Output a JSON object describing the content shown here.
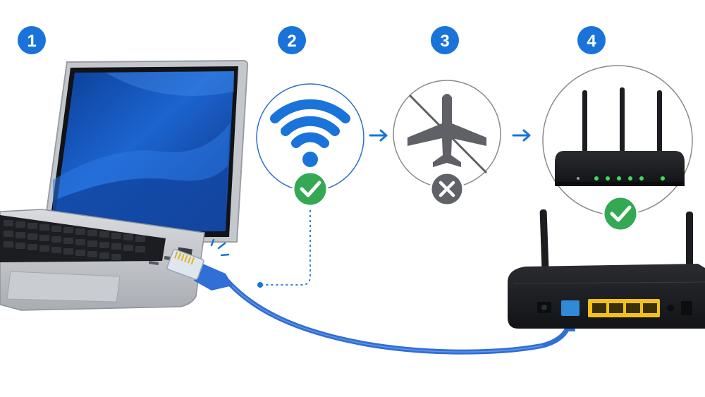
{
  "steps": [
    {
      "number": "1",
      "subject": "laptop",
      "icon": "laptop-icon"
    },
    {
      "number": "2",
      "subject": "wifi",
      "icon": "wifi-icon",
      "status": "ok"
    },
    {
      "number": "3",
      "subject": "airplane-mode",
      "icon": "airplane-off-icon",
      "status": "error"
    },
    {
      "number": "4",
      "subject": "router",
      "icon": "router-icon",
      "status": "ok"
    }
  ],
  "colors": {
    "step_badge": "#1a73d9",
    "arrow": "#1a73d9",
    "check": "#34a853",
    "error": "#5f6368",
    "cable": "#2f6fd6",
    "router_led": "#3ddc5a",
    "lan_ports": "#f2c21b",
    "wan_port": "#2f8ad8",
    "circle_outline_blue": "#2a6fc4",
    "circle_outline_gray": "#8a8a8a"
  }
}
